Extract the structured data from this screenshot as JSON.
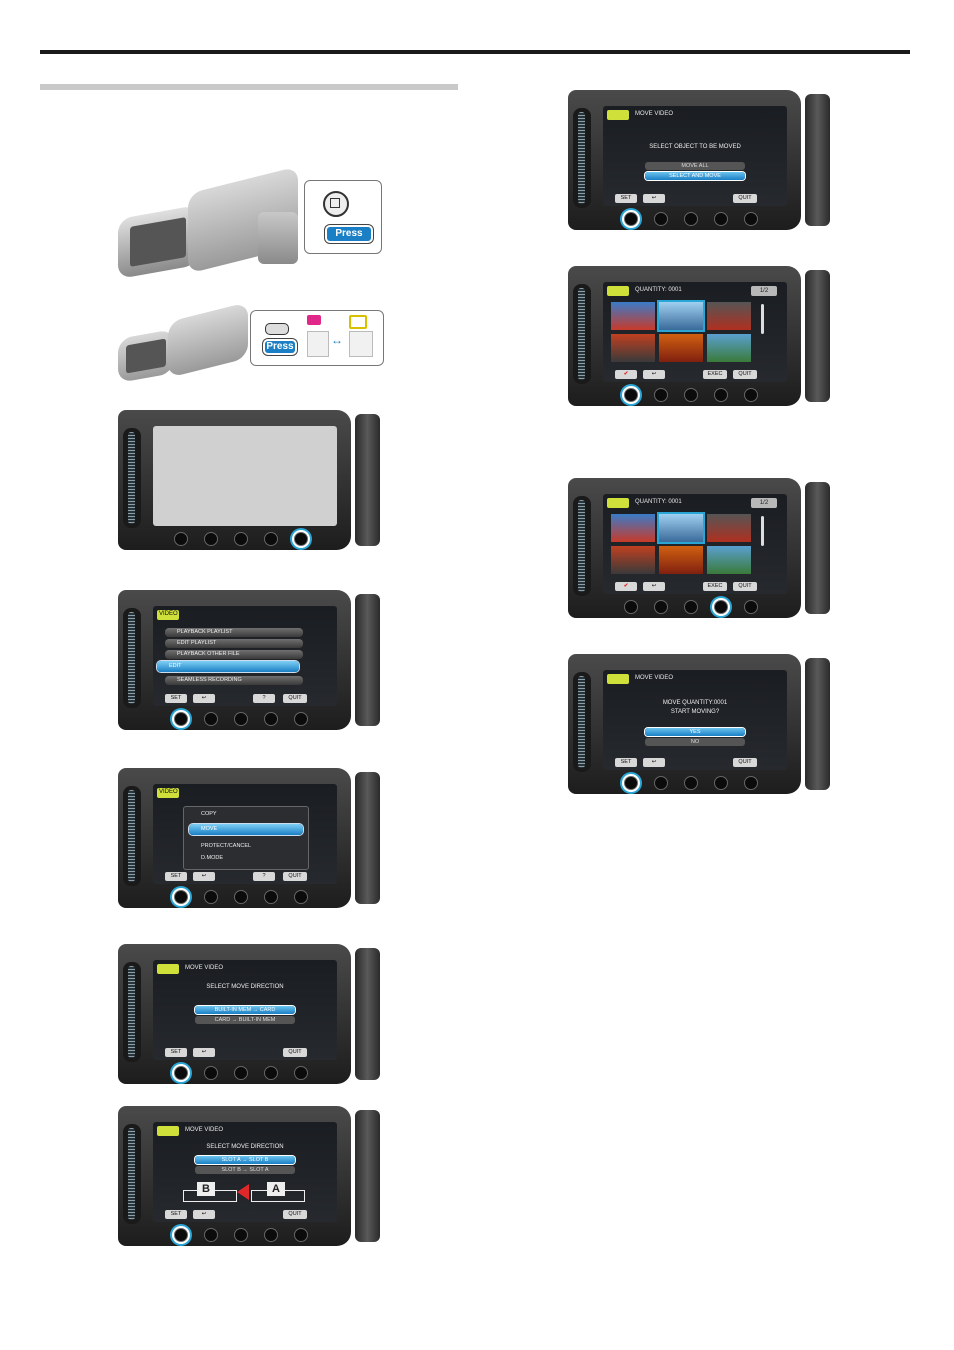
{
  "illustrations": {
    "press_label": "Press",
    "arrow_glyph": "↔"
  },
  "screens": {
    "menu": {
      "header": "VIDEO",
      "items": [
        "PLAYBACK PLAYLIST",
        "EDIT PLAYLIST",
        "PLAYBACK OTHER FILE",
        "EDIT",
        "SEAMLESS RECORDING"
      ]
    },
    "submenu": {
      "header": "VIDEO",
      "items": [
        "COPY",
        "MOVE",
        "PROTECT/CANCEL",
        "D.MODE"
      ]
    },
    "direction1": {
      "title": "MOVE VIDEO",
      "message": "SELECT MOVE DIRECTION",
      "options": [
        "BUILT-IN MEM → CARD",
        "CARD → BUILT-IN MEM"
      ]
    },
    "direction2": {
      "title": "MOVE VIDEO",
      "message": "SELECT MOVE DIRECTION",
      "options": [
        "SLOT A → SLOT B",
        "SLOT B → SLOT A"
      ],
      "slot_b": "B",
      "slot_a": "A"
    },
    "select_object": {
      "title": "MOVE VIDEO",
      "message": "SELECT OBJECT TO BE MOVED",
      "options": [
        "MOVE ALL",
        "SELECT AND MOVE"
      ]
    },
    "quantity": {
      "title": "QUANTITY: 0001",
      "page": "1/2"
    },
    "confirm": {
      "title": "MOVE VIDEO",
      "message1": "MOVE QUANTITY:0001",
      "message2": "START MOVING?",
      "options": [
        "YES",
        "NO"
      ]
    }
  },
  "buttons": {
    "set": "SET",
    "back": "↩",
    "help": "?",
    "quit": "QUIT",
    "exec": "EXEC",
    "check": "✔"
  }
}
